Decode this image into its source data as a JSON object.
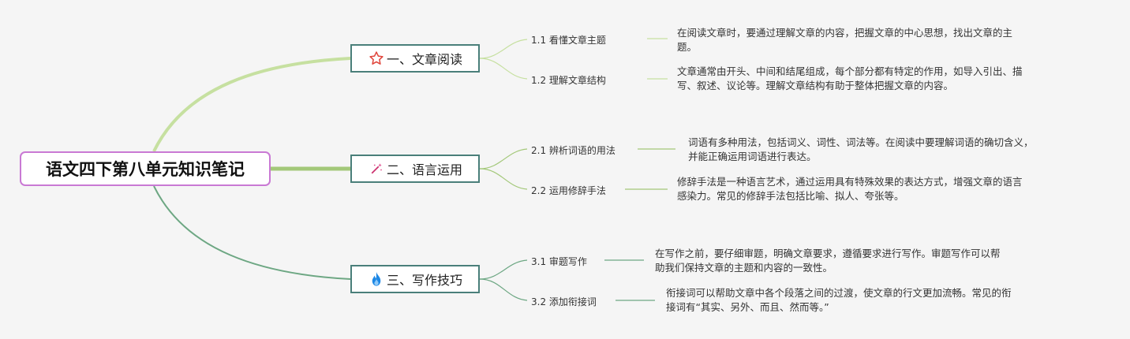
{
  "root": {
    "title": "语文四下第八单元知识笔记"
  },
  "branches": [
    {
      "label": "一、文章阅读",
      "icon": "star-outline-icon",
      "color": "#c6e0a0",
      "children": [
        {
          "label": "1.1 看懂文章主题",
          "desc": [
            "在阅读文章时，要通过理解文章的内容，把握文章的中心思想，找出文章的主",
            "题。"
          ]
        },
        {
          "label": "1.2 理解文章结构",
          "desc": [
            "文章通常由开头、中间和结尾组成，每个部分都有特定的作用，如导入引出、描",
            "写、叙述、议论等。理解文章结构有助于整体把握文章的内容。"
          ]
        }
      ]
    },
    {
      "label": "二、语言运用",
      "icon": "magic-wand-icon",
      "color": "#a3c879",
      "children": [
        {
          "label": "2.1 辨析词语的用法",
          "desc": [
            "词语有多种用法，包括词义、词性、词法等。在阅读中要理解词语的确切含义，",
            "并能正确运用词语进行表达。"
          ]
        },
        {
          "label": "2.2 运用修辞手法",
          "desc": [
            "修辞手法是一种语言艺术，通过运用具有特殊效果的表达方式，增强文章的语言",
            "感染力。常见的修辞手法包括比喻、拟人、夸张等。"
          ]
        }
      ]
    },
    {
      "label": "三、写作技巧",
      "icon": "fire-icon",
      "color": "#6da783",
      "children": [
        {
          "label": "3.1 审题写作",
          "desc": [
            "在写作之前，要仔细审题，明确文章要求，遵循要求进行写作。审题写作可以帮",
            "助我们保持文章的主题和内容的一致性。"
          ]
        },
        {
          "label": "3.2 添加衔接词",
          "desc": [
            "衔接词可以帮助文章中各个段落之间的过渡，使文章的行文更加流畅。常见的衔",
            "接词有“其实、另外、而且、然而等。”"
          ]
        }
      ]
    }
  ]
}
